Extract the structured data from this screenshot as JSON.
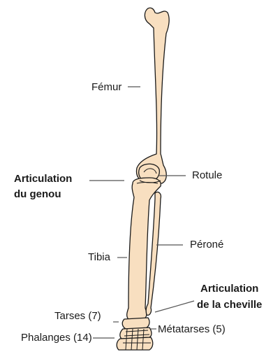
{
  "labels": {
    "femur": "Fémur",
    "knee_joint_line1": "Articulation",
    "knee_joint_line2": "du genou",
    "patella": "Rotule",
    "fibula": "Péroné",
    "tibia": "Tibia",
    "ankle_joint_line1": "Articulation",
    "ankle_joint_line2": "de la cheville",
    "tarsals": "Tarses (7)",
    "metatarsals": "Métatarses (5)",
    "phalanges": "Phalanges (14)"
  },
  "colors": {
    "bone_fill": "#f8dfc0",
    "bone_outline": "#1a1a1a",
    "leader_line": "#555555",
    "text": "#1a1a1a"
  }
}
